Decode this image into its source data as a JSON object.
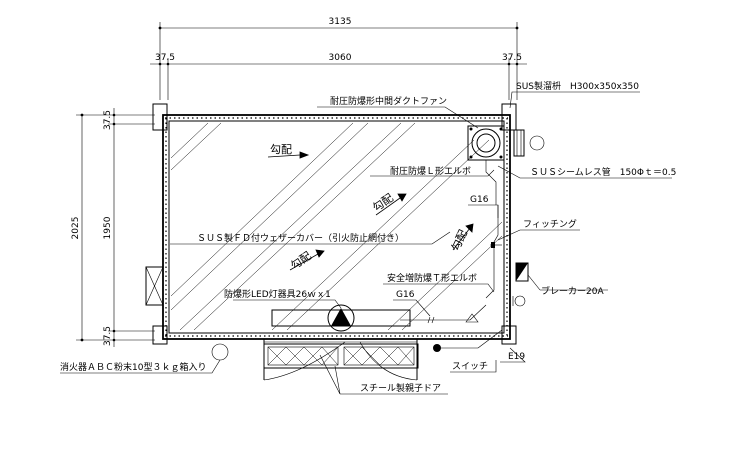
{
  "dimensions": {
    "overall_width": "3135",
    "inner_width": "3060",
    "wall_left": "37.5",
    "wall_right": "37.5",
    "overall_height": "2025",
    "inner_height": "1950",
    "wall_top": "37.5",
    "wall_bottom": "37.5"
  },
  "labels": {
    "sus_drain_box": "SUS製溜枡　H300x350x350",
    "duct_fan": "耐圧防爆形中間ダクトファン",
    "slope_1": "勾配",
    "slope_2": "勾配",
    "slope_3": "勾配",
    "slope_4": "勾配",
    "l_elbow": "耐圧防爆Ｌ形エルボ",
    "seamless_pipe": "ＳＵＳシームレス管　150Φｔ＝0.5",
    "g16_top": "G16",
    "fitting": "フィッチング",
    "weather_cover": "ＳＵＳ製ＦＤ付ウェザーカバー（引火防止網付き）",
    "t_elbow": "安全増防爆Ｔ形エルボ",
    "led_fixture": "防爆形LED灯器具26ｗｘ1",
    "g16_bottom": "G16",
    "breaker": "ブレーカー20A",
    "extinguisher": "消火器ＡＢＣ粉末10型３ｋｇ箱入り",
    "switch": "スイッチ",
    "e19": "E19",
    "door": "スチール製親子ドア"
  }
}
